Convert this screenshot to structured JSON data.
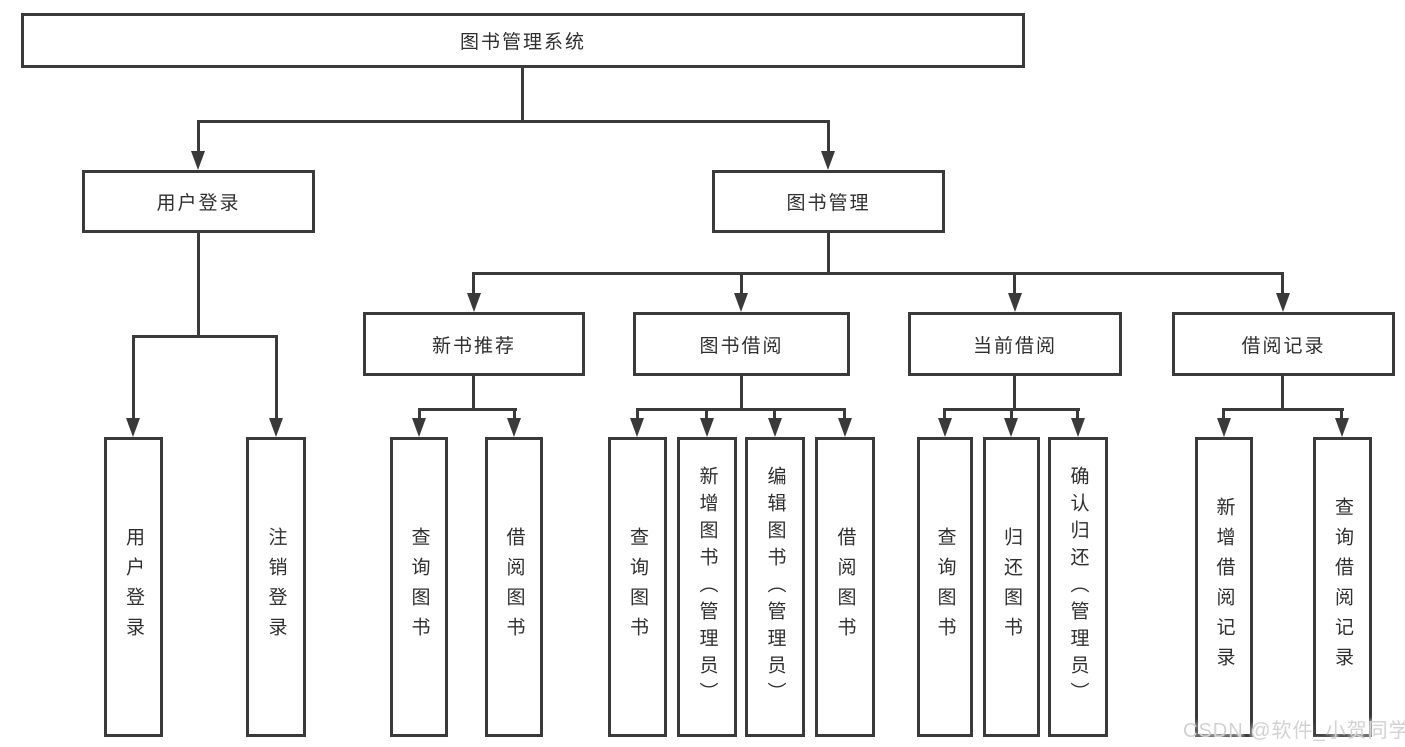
{
  "diagram": {
    "root": {
      "label": "图书管理系统"
    },
    "level2": [
      {
        "label": "用户登录",
        "leaves": [
          {
            "label": "用户登录"
          },
          {
            "label": "注销登录"
          }
        ]
      },
      {
        "label": "图书管理",
        "groups": [
          {
            "label": "新书推荐",
            "leaves": [
              {
                "label": "查询图书"
              },
              {
                "label": "借阅图书"
              }
            ]
          },
          {
            "label": "图书借阅",
            "leaves": [
              {
                "label": "查询图书"
              },
              {
                "label": "新增图书（管理员）"
              },
              {
                "label": "编辑图书（管理员）"
              },
              {
                "label": "借阅图书"
              }
            ]
          },
          {
            "label": "当前借阅",
            "leaves": [
              {
                "label": "查询图书"
              },
              {
                "label": "归还图书"
              },
              {
                "label": "确认归还（管理员）"
              }
            ]
          },
          {
            "label": "借阅记录",
            "leaves": [
              {
                "label": "新增借阅记录"
              },
              {
                "label": "查询借阅记录"
              }
            ]
          }
        ]
      }
    ]
  },
  "watermark": {
    "text": "CSDN @软件_小贺同学"
  },
  "colors": {
    "line": "#3a3a3a",
    "text": "#2f2f2f",
    "watermark": "#d2d2d2",
    "background": "#ffffff"
  }
}
